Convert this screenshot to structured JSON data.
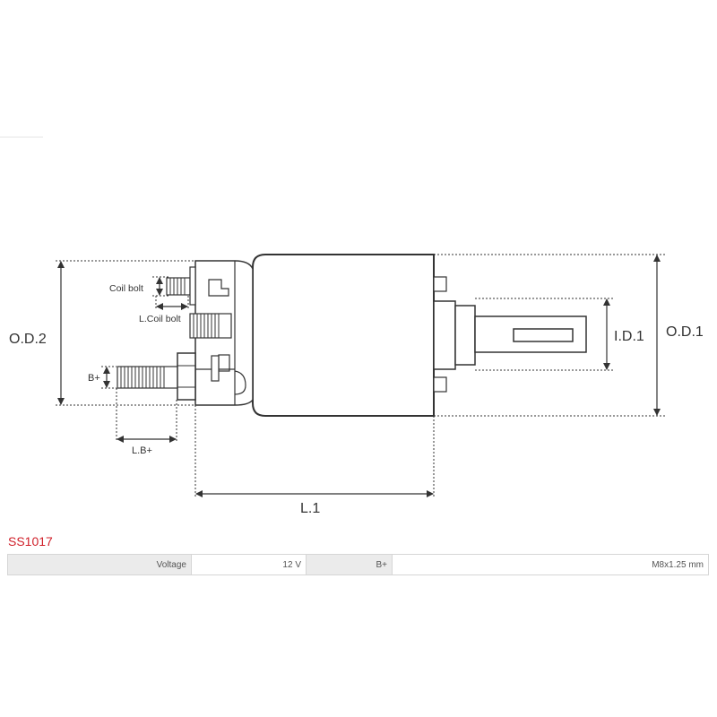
{
  "diagram": {
    "od1": "O.D.1",
    "od2": "O.D.2",
    "id1": "I.D.1",
    "l1": "L.1",
    "lb_plus": "L.B+",
    "coil_bolt": "Coil bolt",
    "l_coil_bolt": "L.Coil bolt",
    "b_plus": "B+"
  },
  "product": {
    "code": "SS1017",
    "specs": [
      {
        "label": "Voltage",
        "value": "12 V"
      },
      {
        "label": "B+",
        "value": "M8x1.25 mm"
      }
    ]
  },
  "colors": {
    "code": "#d0202a",
    "line": "#333333"
  }
}
